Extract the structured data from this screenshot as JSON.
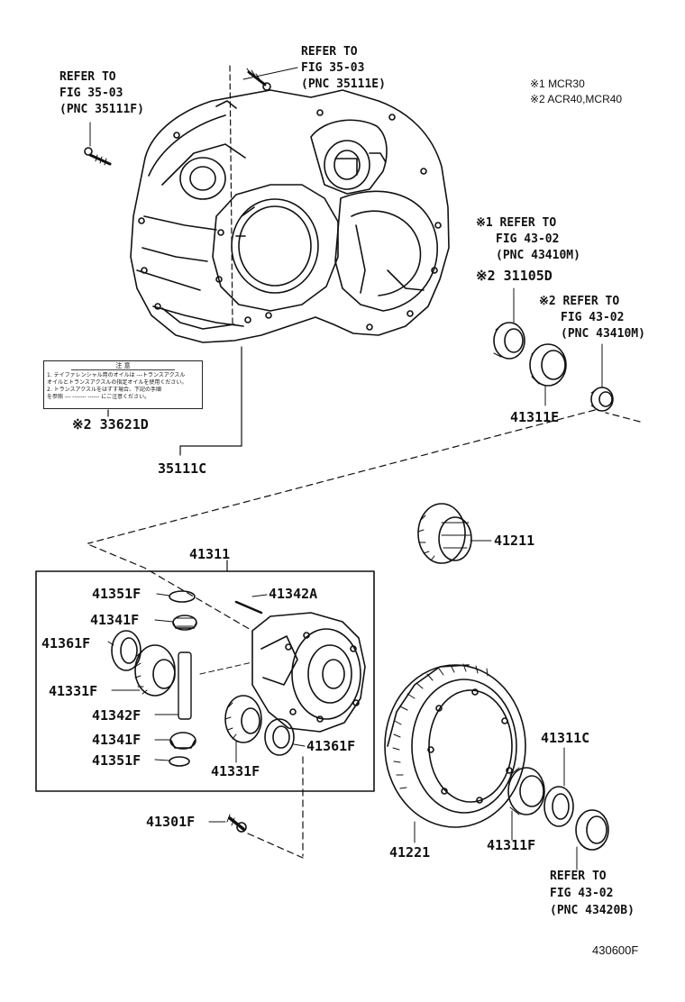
{
  "notes": {
    "n1": "※1 MCR30",
    "n2": "※2 ACR40,MCR40"
  },
  "refs": {
    "ref_left": [
      "REFER TO",
      "FIG 35-03",
      "(PNC 35111F)"
    ],
    "ref_top": [
      "REFER TO",
      "FIG 35-03",
      "(PNC 35111E)"
    ],
    "ref_r1": [
      "※1 REFER TO",
      "FIG 43-02",
      "(PNC 43410M)"
    ],
    "ref_r2": [
      "※2 REFER TO",
      "FIG 43-02",
      "(PNC 43410M)"
    ],
    "ref_bottom": [
      "REFER TO",
      "FIG 43-02",
      "(PNC 43420B)"
    ]
  },
  "parts": {
    "p31105D": "※2 31105D",
    "p41311E": "41311E",
    "p33621D": "※2 33621D",
    "p35111C": "35111C",
    "p41211": "41211",
    "p41311": "41311",
    "p41351F_a": "41351F",
    "p41342A": "41342A",
    "p41341F_a": "41341F",
    "p41361F_a": "41361F",
    "p41331F_a": "41331F",
    "p41342F": "41342F",
    "p41341F_b": "41341F",
    "p41351F_b": "41351F",
    "p41361F_b": "41361F",
    "p41331F_b": "41331F",
    "p41301F": "41301F",
    "p41221": "41221",
    "p41311C": "41311C",
    "p41311F": "41311F"
  },
  "caution_label": {
    "title": "注 意",
    "lines": [
      "1. デイファレンシャル用のオイルは ---トランスアクスル",
      "オイルとトランスアクスルの指定オイルを使用ください。",
      "2. トランスアクスルをはずす場合、下記の手順",
      "を参照 --- ------- ------ にご注意ください。"
    ]
  },
  "figure_id": "430600F"
}
